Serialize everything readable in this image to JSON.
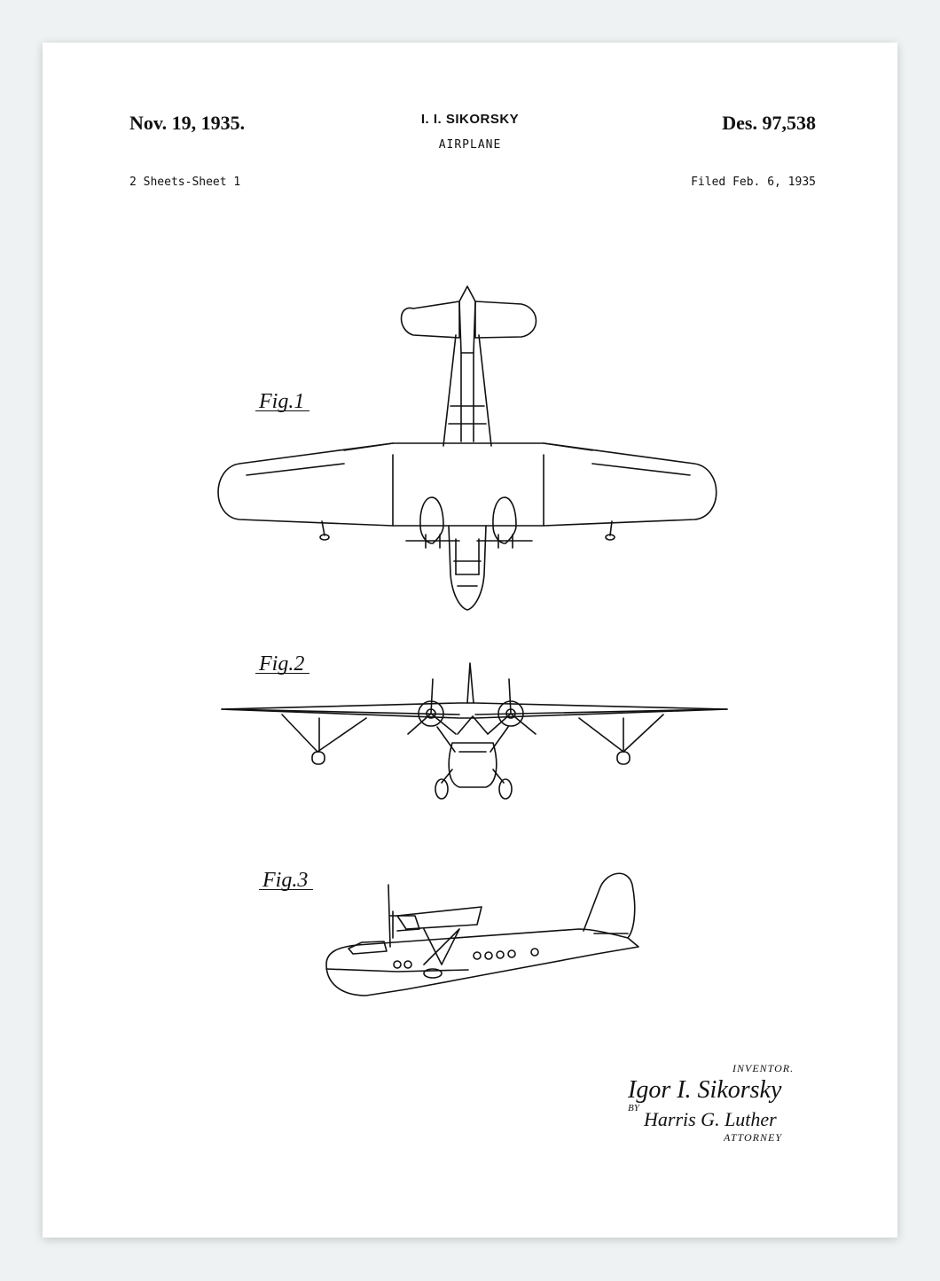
{
  "header": {
    "date": "Nov. 19, 1935.",
    "inventor": "I. I. SIKORSKY",
    "title": "AIRPLANE",
    "design_number": "Des. 97,538",
    "sheets": "2 Sheets-Sheet 1",
    "filed": "Filed Feb. 6, 1935"
  },
  "figures": {
    "fig1": "Fig.1",
    "fig2": "Fig.2",
    "fig3": "Fig.3"
  },
  "signature": {
    "inventor_label": "INVENTOR.",
    "inventor_signature": "Igor I. Sikorsky",
    "by": "BY",
    "attorney_signature": "Harris G. Luther",
    "attorney_label": "ATTORNEY"
  },
  "colors": {
    "ink": "#111111",
    "paper": "#ffffff",
    "backdrop": "#eef2f2"
  }
}
